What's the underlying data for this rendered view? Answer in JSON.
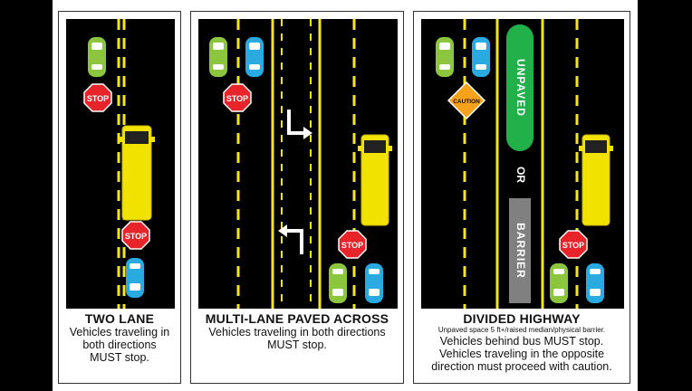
{
  "panels": [
    {
      "title": "TWO LANE",
      "lines": [
        "Vehicles traveling in",
        "both directions",
        "MUST stop."
      ],
      "stop_signs": [
        "STOP",
        "STOP"
      ]
    },
    {
      "title": "MULTI-LANE PAVED ACROSS",
      "lines": [
        "Vehicles traveling in both directions",
        "MUST stop."
      ],
      "stop_signs": [
        "STOP",
        "STOP"
      ]
    },
    {
      "title": "DIVIDED HIGHWAY",
      "note": "Unpaved space 5 ft+/raised median/physical barrier.",
      "lines": [
        "Vehicles behind bus MUST stop.",
        "Vehicles traveling in the opposite",
        "direction must proceed with caution."
      ],
      "stop_signs": [
        "STOP"
      ],
      "caution_sign": "CAUTION",
      "median_labels": {
        "unpaved": "UNPAVED",
        "or": "OR",
        "barrier": "BARRIER"
      }
    }
  ],
  "colors": {
    "road": "#000000",
    "line_yellow": "#f5e61e",
    "stop_red": "#e8242b",
    "bus_yellow": "#f2e200",
    "car_green": "#8cc63f",
    "car_blue": "#29abe2",
    "median_green": "#22b04b",
    "barrier_gray": "#808080",
    "caution_orange": "#f7a21b"
  }
}
